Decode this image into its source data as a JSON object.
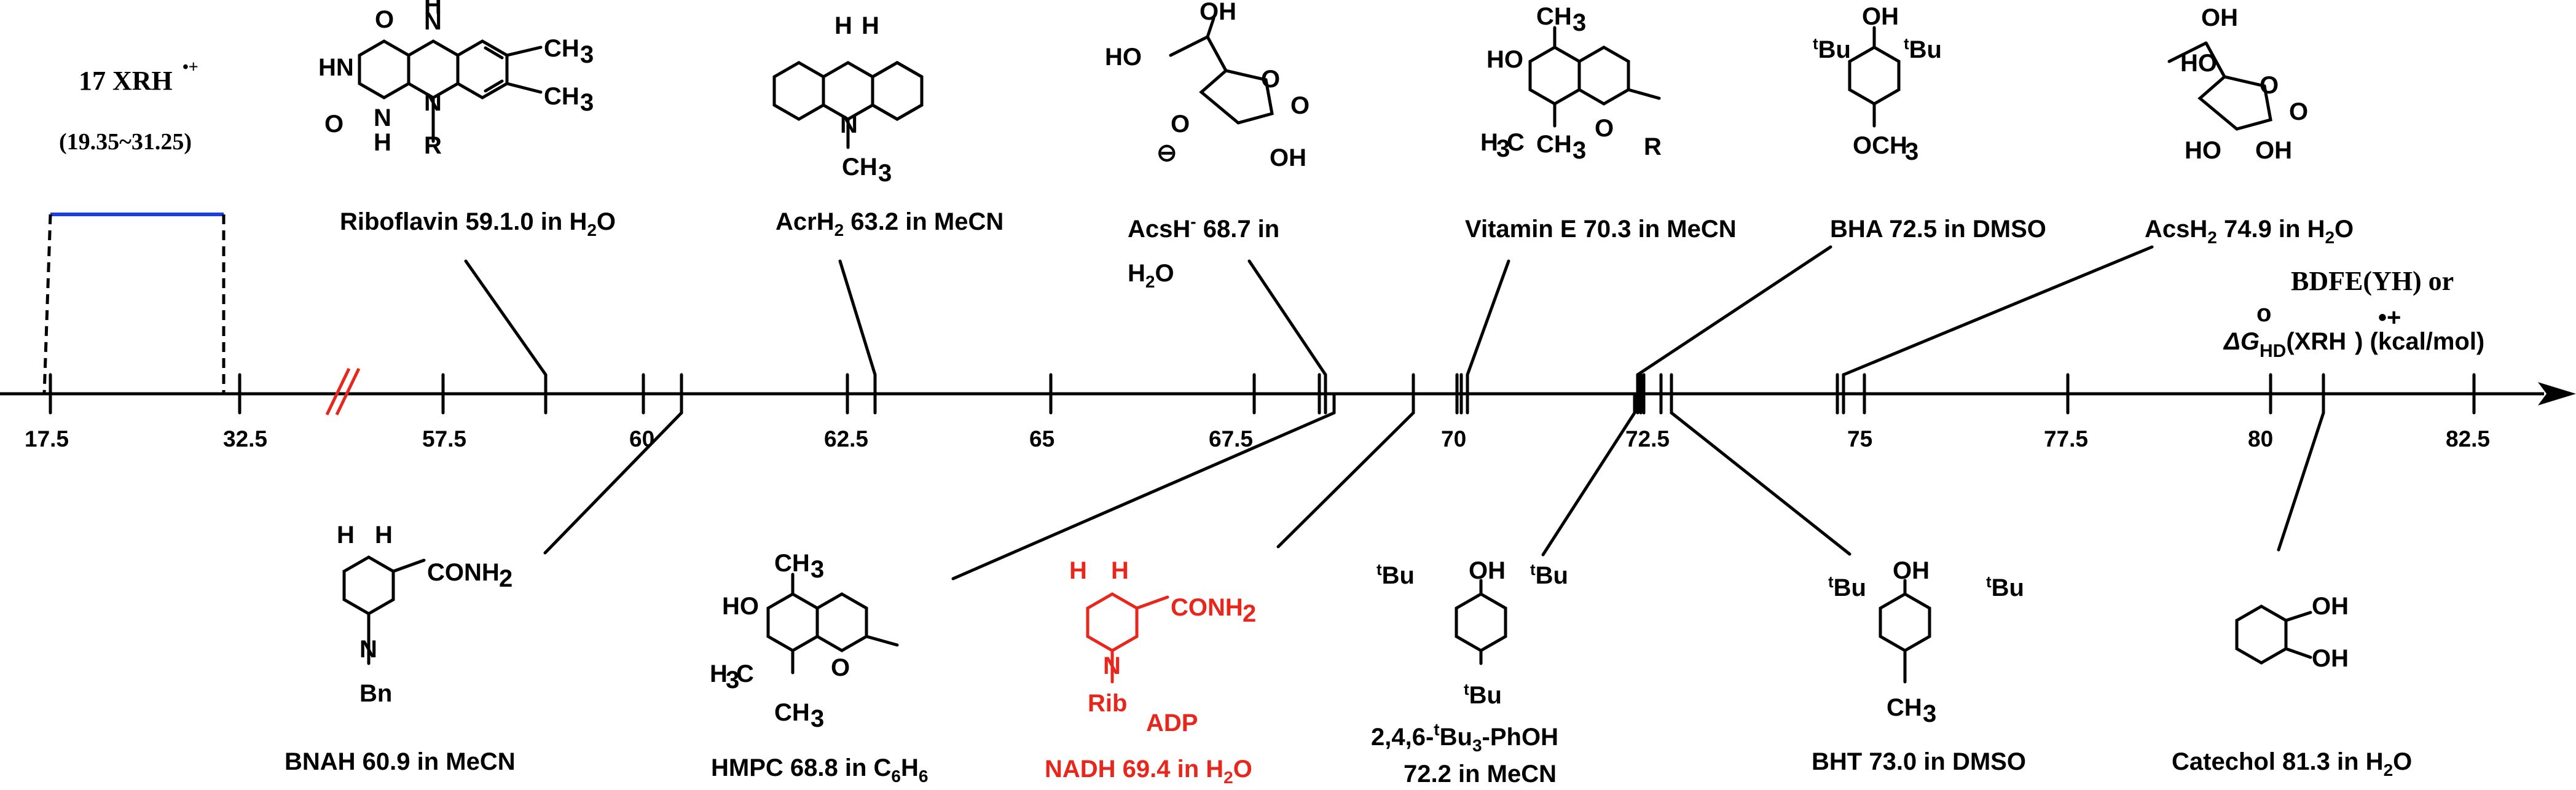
{
  "header": {
    "range_title": "17 XRH",
    "range_title_sup": "•+",
    "range_values": "(19.35~31.25)"
  },
  "axis": {
    "label_line1": "BDFE(YH) or",
    "label_line2_prefix": "ΔG",
    "label_line2_sub": "HD",
    "label_line2_mid": "(XRH",
    "label_line2_suffix": ") (kcal/mol)",
    "ticks": [
      "17.5",
      "32.5",
      "57.5",
      "60",
      "62.5",
      "65",
      "67.5",
      "70",
      "72.5",
      "75",
      "77.5",
      "80",
      "82.5"
    ]
  },
  "compounds": [
    {
      "id": "riboflavin",
      "name": "Riboflavin 59.1.0 in H",
      "sub": "2",
      "tail": "O",
      "value": 59.1,
      "color": "black"
    },
    {
      "id": "acrh2",
      "name": "AcrH",
      "sub": "2",
      "tail": "  63.2 in MeCN",
      "value": 63.2,
      "color": "black"
    },
    {
      "id": "acsh-",
      "name": "AcsH",
      "sup": "-",
      "tail": " 68.7 in",
      "line2": "H",
      "line2_sub": "2",
      "line2_tail": "O",
      "value": 68.7,
      "color": "black"
    },
    {
      "id": "vitamin-e",
      "name": "Vitamin  E 70.3 in MeCN",
      "value": 70.3,
      "color": "black"
    },
    {
      "id": "bha",
      "name": "BHA 72.5 in DMSO",
      "value": 72.5,
      "color": "black"
    },
    {
      "id": "acsh2",
      "name": "AcsH",
      "sub": "2",
      "tail": " 74.9 in H",
      "sub2": "2",
      "tail2": "O",
      "value": 74.9,
      "color": "black"
    },
    {
      "id": "bnah",
      "name": "BNAH  60.9 in MeCN",
      "value": 60.9,
      "color": "black"
    },
    {
      "id": "hmpc",
      "name": "HMPC 68.8 in C",
      "sub": "6",
      "tail": "H",
      "sub2": "6",
      "value": 68.8,
      "color": "black"
    },
    {
      "id": "nadh",
      "name": "NADH  69.4 in H",
      "sub": "2",
      "tail": "O",
      "value": 69.4,
      "color": "red"
    },
    {
      "id": "tbu3-phoh",
      "name": "2,4,6-",
      "sup": "t",
      "tail": "Bu",
      "sub": "3",
      "tail2": "-PhOH",
      "line2": "72.2 in MeCN",
      "value": 72.2,
      "color": "black"
    },
    {
      "id": "bht",
      "name": "BHT 73.0 in DMSO",
      "value": 73.0,
      "color": "black"
    },
    {
      "id": "catechol",
      "name": "Catechol 81.3 in H",
      "sub": "2",
      "tail": "O",
      "value": 81.3,
      "color": "black"
    }
  ],
  "colors": {
    "range_bar": "#1f3fd8",
    "break_mark": "#e8261c",
    "highlight": "#e8261c"
  }
}
